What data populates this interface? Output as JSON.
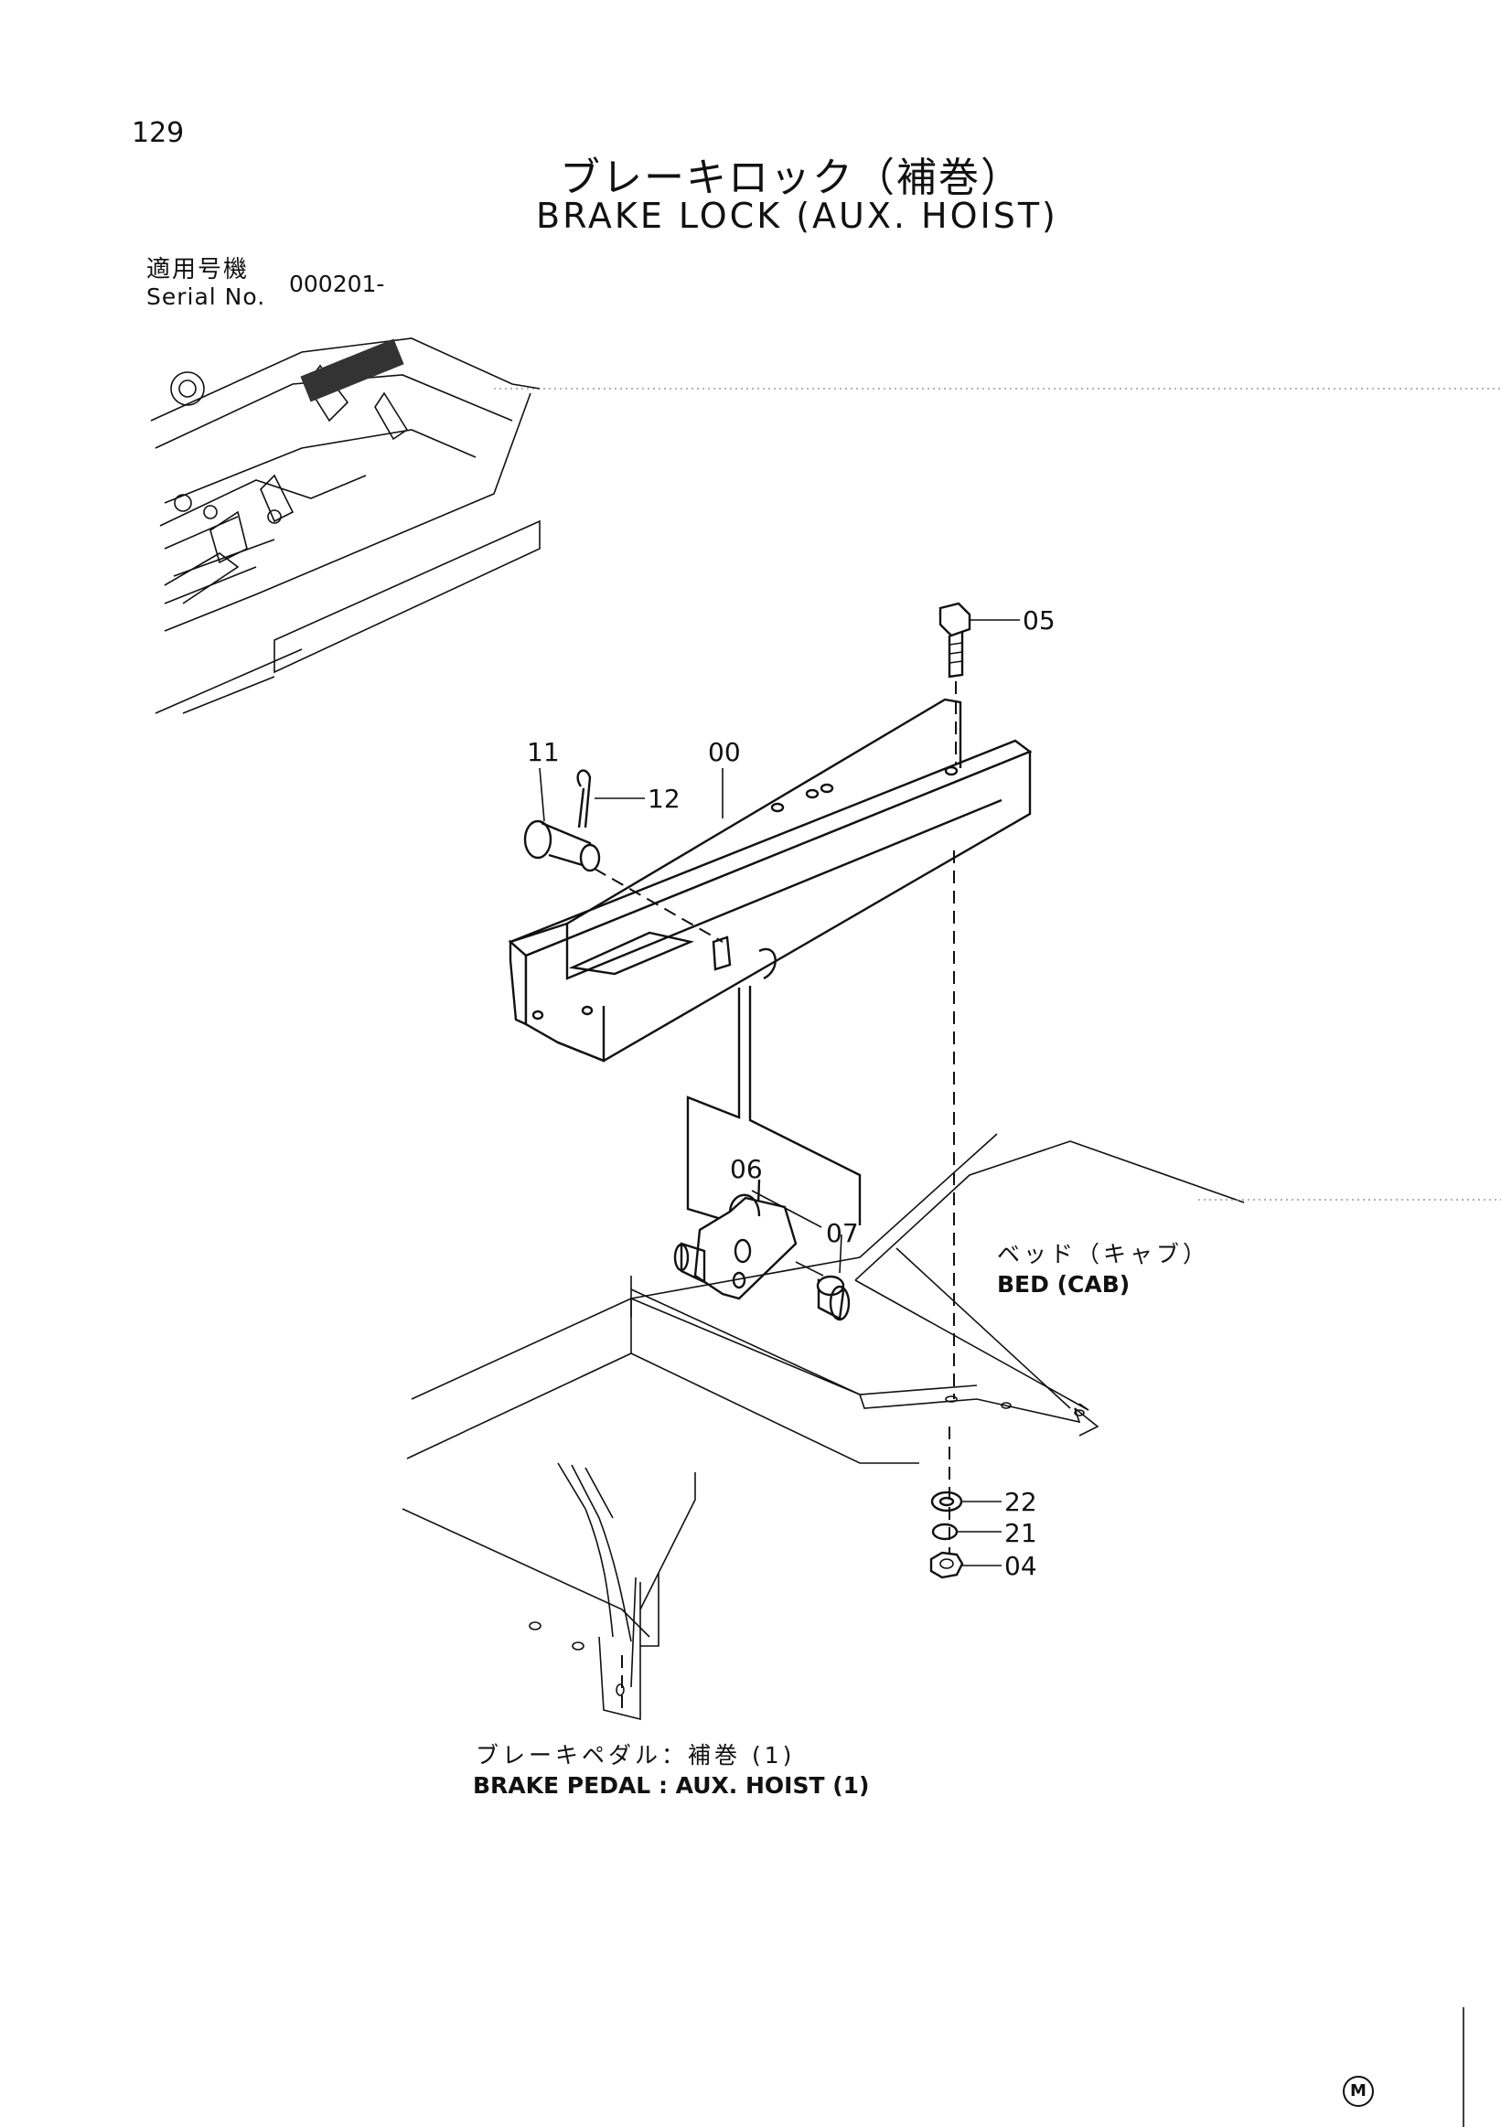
{
  "page_number": "129",
  "title": {
    "ja": "ブレーキロック（補巻）",
    "en": "BRAKE LOCK (AUX. HOIST)"
  },
  "serial": {
    "label_ja": "適用号機",
    "label_en": "Serial No.",
    "value": "000201-"
  },
  "callouts": {
    "c05": "05",
    "c11": "11",
    "c00": "00",
    "c12": "12",
    "c06": "06",
    "c07": "07",
    "c22": "22",
    "c21": "21",
    "c04": "04"
  },
  "labels": {
    "bed_ja": "ベッド（キャブ）",
    "bed_en": "BED (CAB)",
    "pedal_ja": "ブレーキペダル：補巻 (1)",
    "pedal_en": "BRAKE PEDAL : AUX. HOIST (1)"
  },
  "mark": "M"
}
